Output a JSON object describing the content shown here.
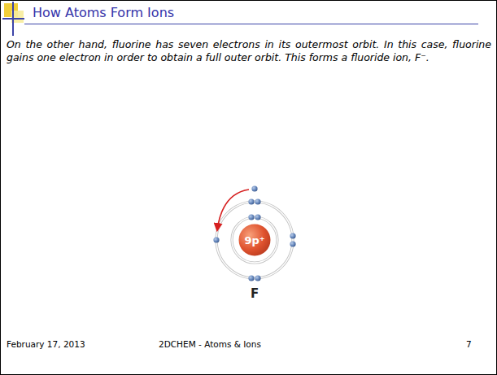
{
  "diagram": {
    "title": "How Atoms Form Ions",
    "nodes": [
      {
        "text": [
          "9p⁺"
        ]
      }
    ],
    "labels": [
      "On the other hand, fluorine has seven electrons in its outermost orbit. In this case, fluorine gains one electron in order to obtain a full outer orbit. This forms a fluoride ion, F⁻.",
      "F",
      "February 17, 2013",
      "2DCHEM - Atoms & Ions",
      "7"
    ]
  }
}
